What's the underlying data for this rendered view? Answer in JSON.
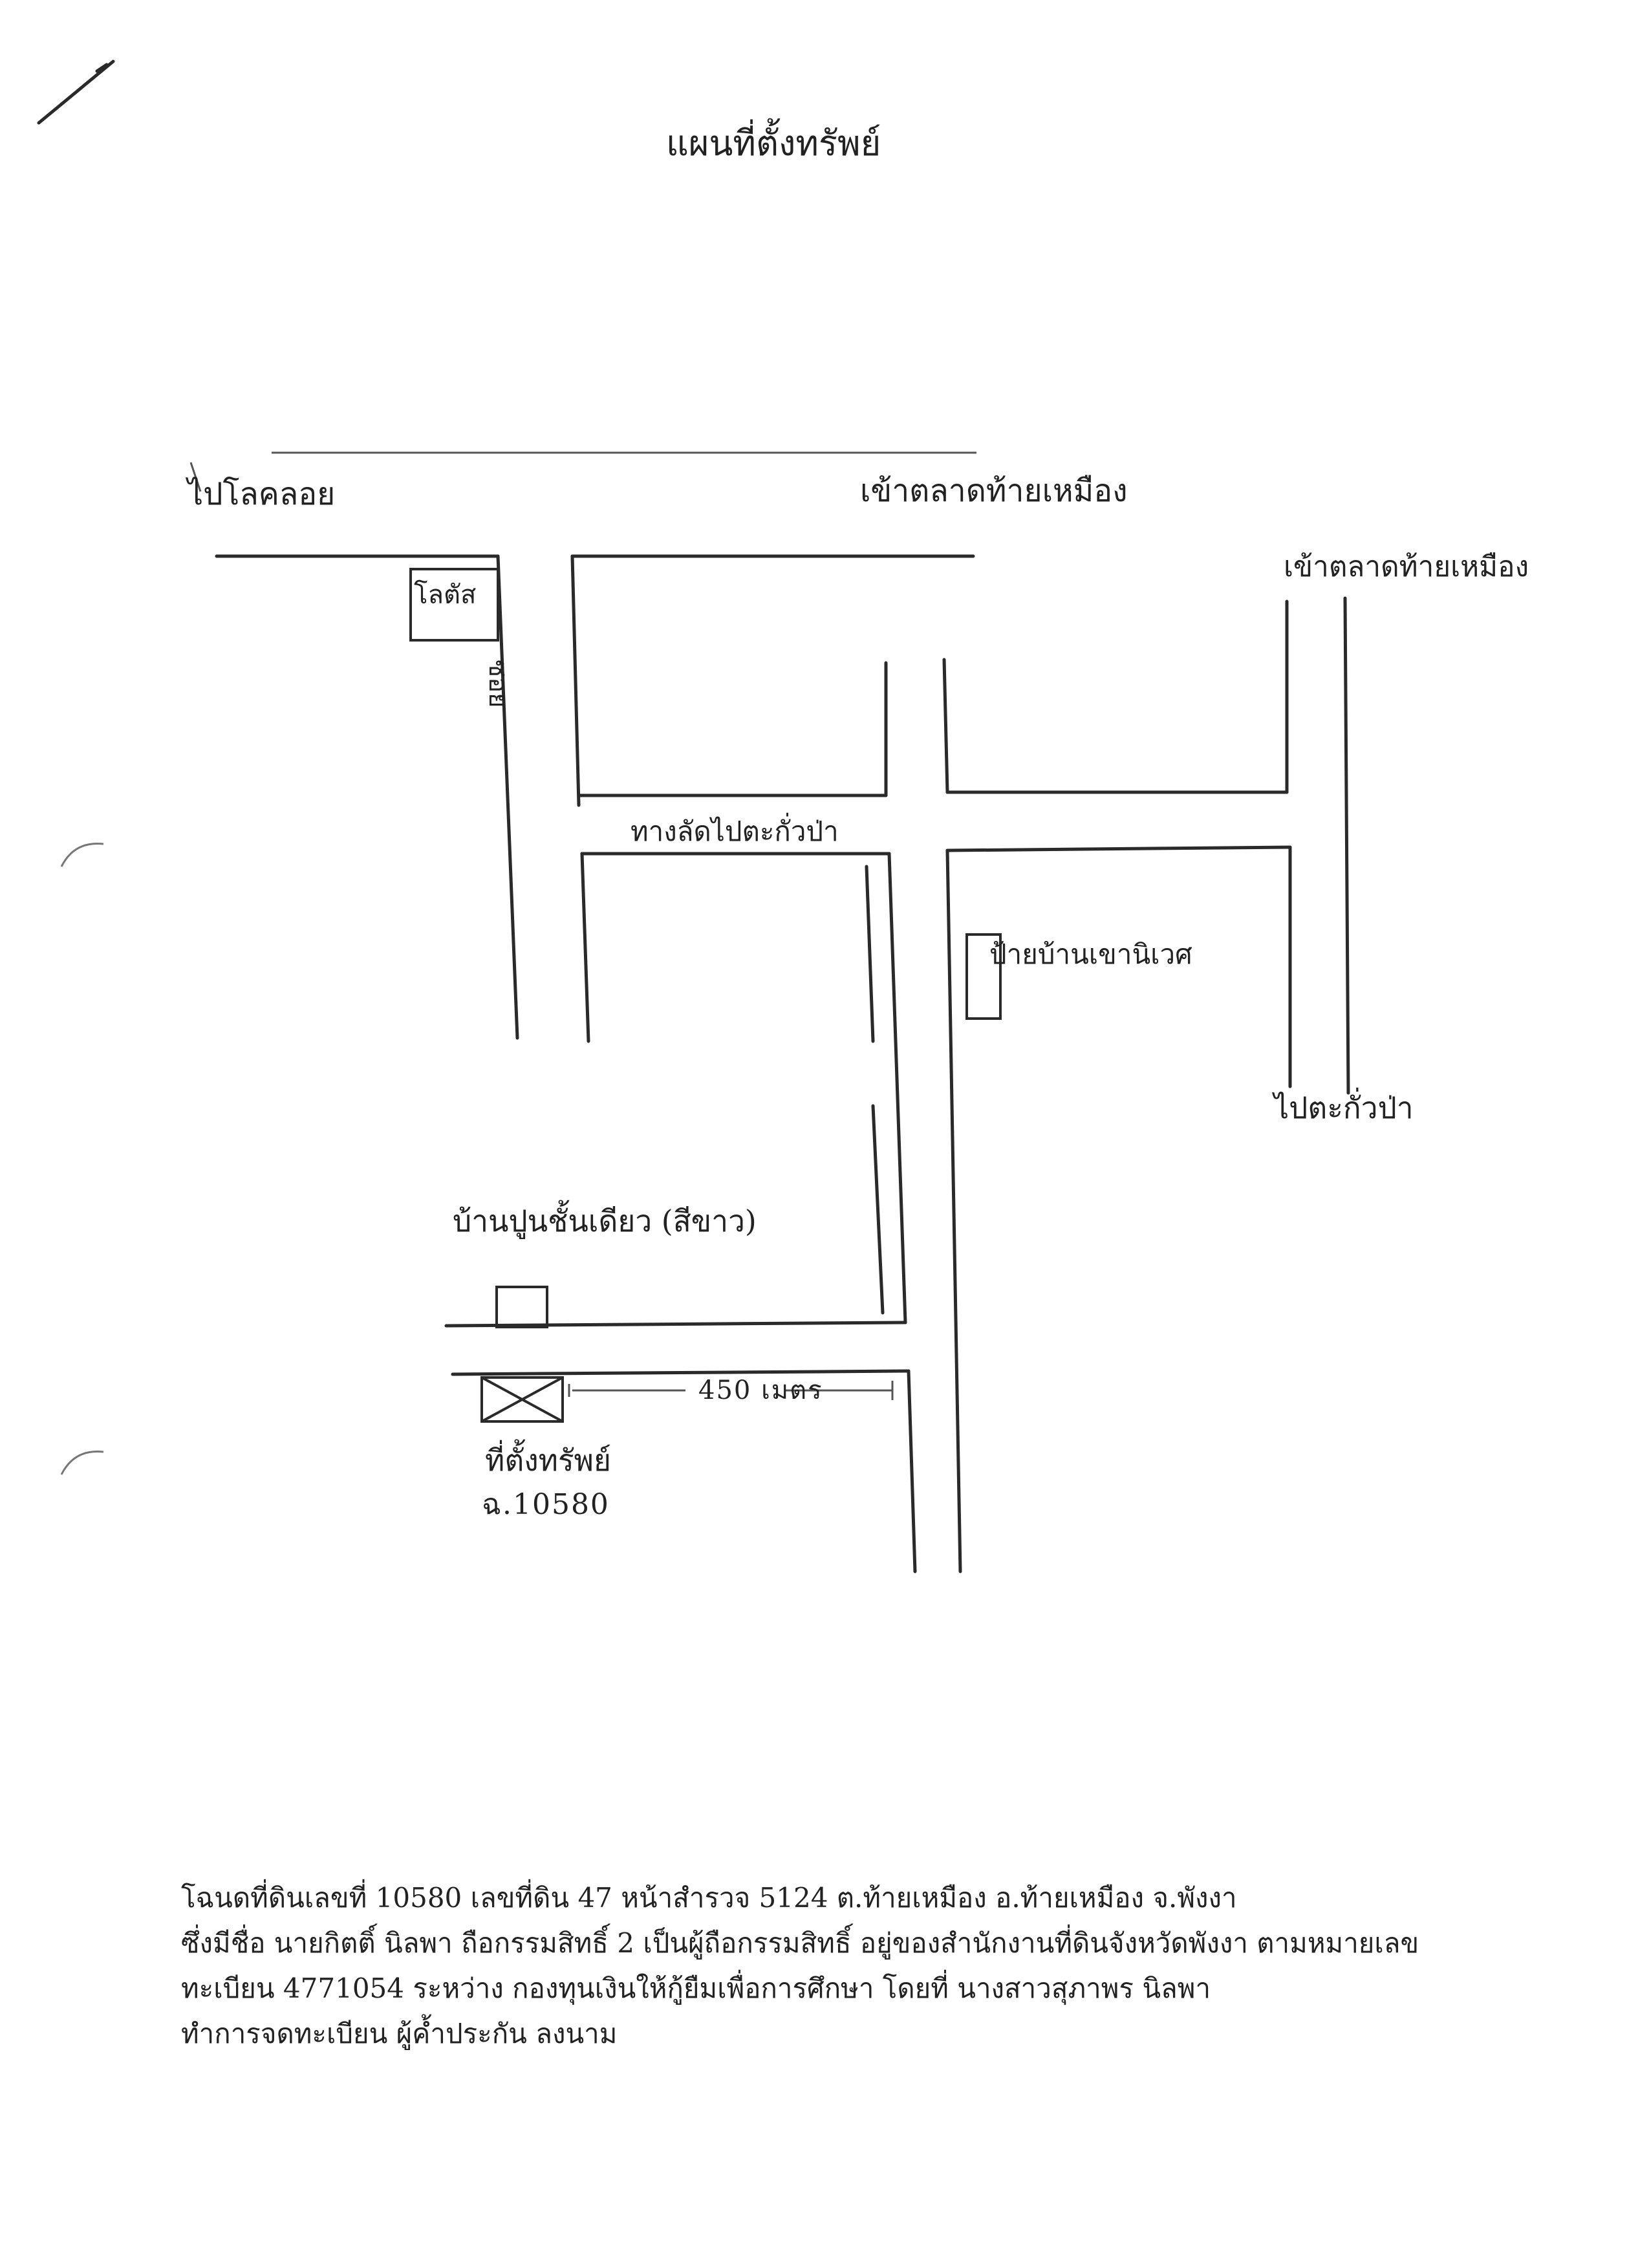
{
  "title": "แผนที่ตั้งทรัพย์",
  "labels": {
    "to_lotus": "ไปโลคลอย",
    "to_north_market_1": "เข้าตลาดท้ายเหมือง",
    "to_north_market_2": "เข้าตลาดท้ายเหมือง",
    "lotus_box": "โลตัส",
    "soi": "ซอย",
    "junction": "ทางลัดไปตะกั่วป่า",
    "village_sign": "ป้ายบ้านเขานิเวศ",
    "to_takuapa": "ไปตะกั่วป่า",
    "landmark_house": "บ้านปูนชั้นเดียว (สีขาว)",
    "distance": "450 เมตร",
    "land_location": "ที่ตั้งทรัพย์",
    "deed_no": "ฉ.10580"
  },
  "note": {
    "lines": [
      "โฉนดที่ดินเลขที่ 10580 เลขที่ดิน 47 หน้าสำรวจ 5124 ต.ท้ายเหมือง อ.ท้ายเหมือง จ.พังงา",
      "ซึ่งมีชื่อ นายกิตติ์ นิลพา ถือกรรมสิทธิ์ 2 เป็นผู้ถือกรรมสิทธิ์ อยู่ของสำนักงานที่ดินจังหวัดพังงา ตามหมายเลข",
      "ทะเบียน 4771054 ระหว่าง กองทุนเงินให้กู้ยืมเพื่อการศึกษา โดยที่ นางสาวสุภาพร นิลพา",
      "ทำการจดทะเบียน ผู้ค้ำประกัน ลงนาม"
    ]
  }
}
